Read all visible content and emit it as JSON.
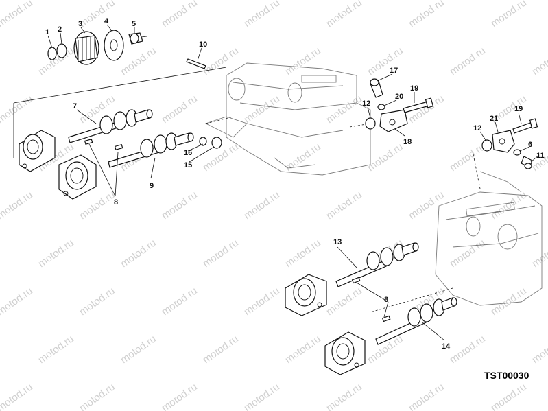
{
  "diagram": {
    "drawing_code": "TST00030",
    "watermark": "motod.ru",
    "callouts": [
      {
        "id": "c1",
        "text": "1"
      },
      {
        "id": "c2",
        "text": "2"
      },
      {
        "id": "c3",
        "text": "3"
      },
      {
        "id": "c4",
        "text": "4"
      },
      {
        "id": "c5",
        "text": "5"
      },
      {
        "id": "c10",
        "text": "10"
      },
      {
        "id": "c17",
        "text": "17"
      },
      {
        "id": "c7",
        "text": "7"
      },
      {
        "id": "c12a",
        "text": "12"
      },
      {
        "id": "c20",
        "text": "20"
      },
      {
        "id": "c19a",
        "text": "19"
      },
      {
        "id": "c19b",
        "text": "19"
      },
      {
        "id": "c21",
        "text": "21"
      },
      {
        "id": "c12b",
        "text": "12"
      },
      {
        "id": "c6",
        "text": "6"
      },
      {
        "id": "c11",
        "text": "11"
      },
      {
        "id": "c16",
        "text": "16"
      },
      {
        "id": "c18",
        "text": "18"
      },
      {
        "id": "c15",
        "text": "15"
      },
      {
        "id": "c9",
        "text": "9"
      },
      {
        "id": "c8a",
        "text": "8"
      },
      {
        "id": "c13",
        "text": "13"
      },
      {
        "id": "c8b",
        "text": "8"
      },
      {
        "id": "c14",
        "text": "14"
      }
    ]
  }
}
